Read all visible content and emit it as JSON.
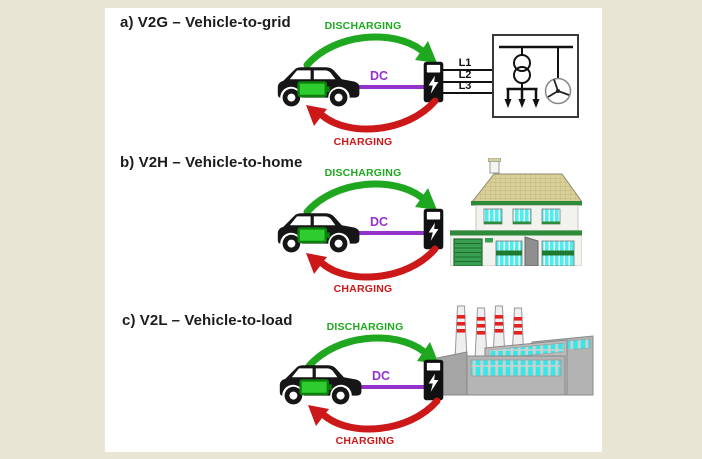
{
  "background": {
    "page_bg": "#e9e5d4",
    "panel_bg": "#ffffff"
  },
  "labels": {
    "discharging": "DISCHARGING",
    "charging": "CHARGING",
    "dc": "DC"
  },
  "colors": {
    "discharge_green": "#1fa81f",
    "charge_red": "#cc1818",
    "dc_purple": "#9333cc",
    "battery_green": "#2ecc2e",
    "house_green": "#2e8b3a",
    "window_cyan": "#35e8e8",
    "stack_stripe_red": "#e32222",
    "title_color": "#1c1c1c"
  },
  "panels": [
    {
      "key": "a",
      "title": "a) V2G – Vehicle-to-grid",
      "target": "grid",
      "phase_labels": [
        "L1",
        "L2",
        "L3"
      ]
    },
    {
      "key": "b",
      "title": "b) V2H – Vehicle-to-home",
      "target": "home"
    },
    {
      "key": "c",
      "title": "c) V2L – Vehicle-to-load",
      "target": "load"
    }
  ]
}
